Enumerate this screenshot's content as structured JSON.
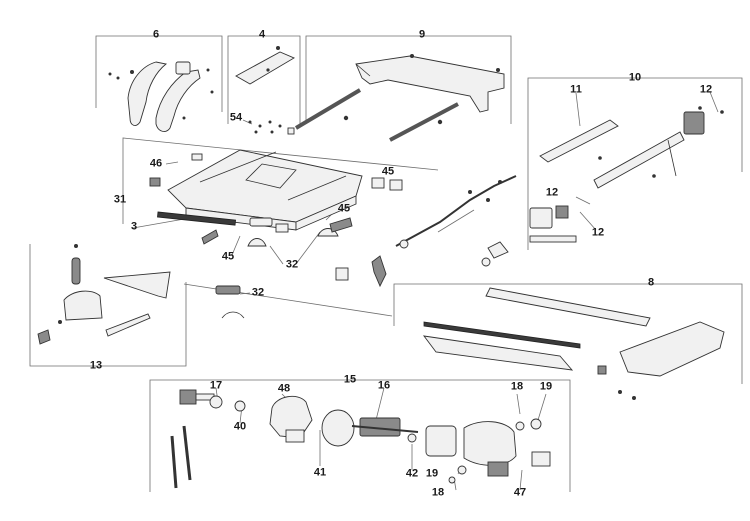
{
  "callouts": [
    {
      "id": "c6",
      "label": "6"
    },
    {
      "id": "c4",
      "label": "4"
    },
    {
      "id": "c9",
      "label": "9"
    },
    {
      "id": "c10",
      "label": "10"
    },
    {
      "id": "c11",
      "label": "11"
    },
    {
      "id": "c12a",
      "label": "12"
    },
    {
      "id": "c54",
      "label": "54"
    },
    {
      "id": "c46",
      "label": "46"
    },
    {
      "id": "c45a",
      "label": "45"
    },
    {
      "id": "c31",
      "label": "31"
    },
    {
      "id": "c3",
      "label": "3"
    },
    {
      "id": "c45b",
      "label": "45"
    },
    {
      "id": "c45c",
      "label": "45"
    },
    {
      "id": "c32a",
      "label": "32"
    },
    {
      "id": "c32b",
      "label": "32"
    },
    {
      "id": "c12b",
      "label": "12"
    },
    {
      "id": "c12c",
      "label": "12"
    },
    {
      "id": "c8",
      "label": "8"
    },
    {
      "id": "c13",
      "label": "13"
    },
    {
      "id": "c15",
      "label": "15"
    },
    {
      "id": "c17",
      "label": "17"
    },
    {
      "id": "c48",
      "label": "48"
    },
    {
      "id": "c16",
      "label": "16"
    },
    {
      "id": "c40",
      "label": "40"
    },
    {
      "id": "c18a",
      "label": "18"
    },
    {
      "id": "c19a",
      "label": "19"
    },
    {
      "id": "c41",
      "label": "41"
    },
    {
      "id": "c42",
      "label": "42"
    },
    {
      "id": "c19b",
      "label": "19"
    },
    {
      "id": "c18b",
      "label": "18"
    },
    {
      "id": "c47",
      "label": "47"
    }
  ]
}
